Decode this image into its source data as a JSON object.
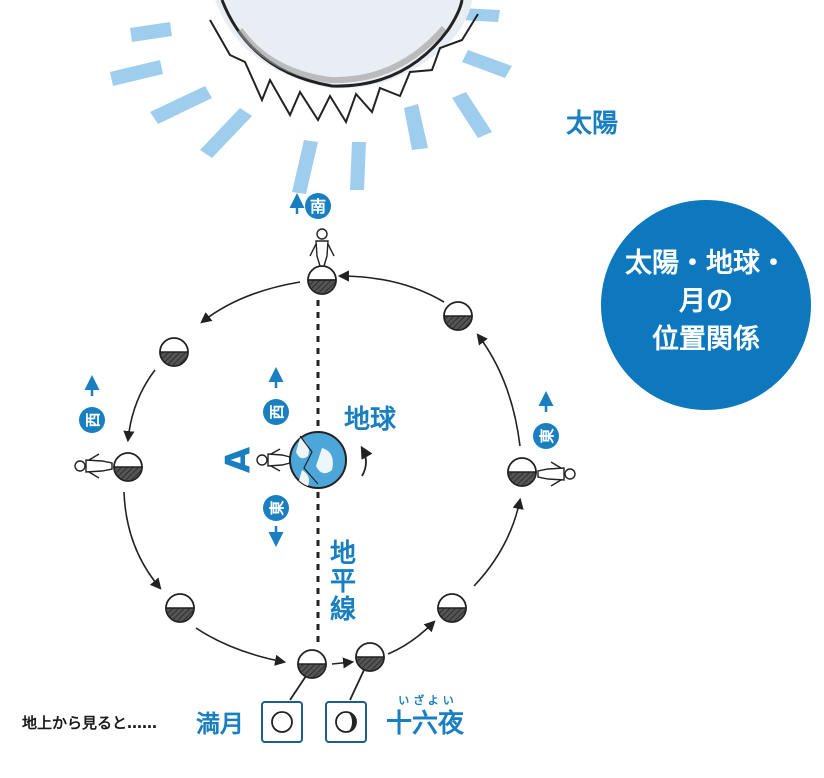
{
  "labels": {
    "sun": "太陽",
    "earth": "地球",
    "horizon": [
      "地",
      "平",
      "線"
    ],
    "point_a": "A",
    "footer_prefix": "地上から見ると……",
    "full_moon": "満月",
    "sixteenth_night": "十六夜",
    "sixteenth_furigana": "いざよい"
  },
  "badge": {
    "lines": [
      "太陽・地球・",
      "月の",
      "位置関係"
    ]
  },
  "directions": {
    "south": "南",
    "west": "西",
    "east": "東"
  },
  "colors": {
    "accent": "#1a7fc0",
    "badge": "#0d78be",
    "ink": "#222222",
    "earth": "#4da6d9"
  },
  "icons": {
    "moon_phase": "half-shaded-circle",
    "person": "standing-person",
    "arrow": "direction-arrow"
  }
}
